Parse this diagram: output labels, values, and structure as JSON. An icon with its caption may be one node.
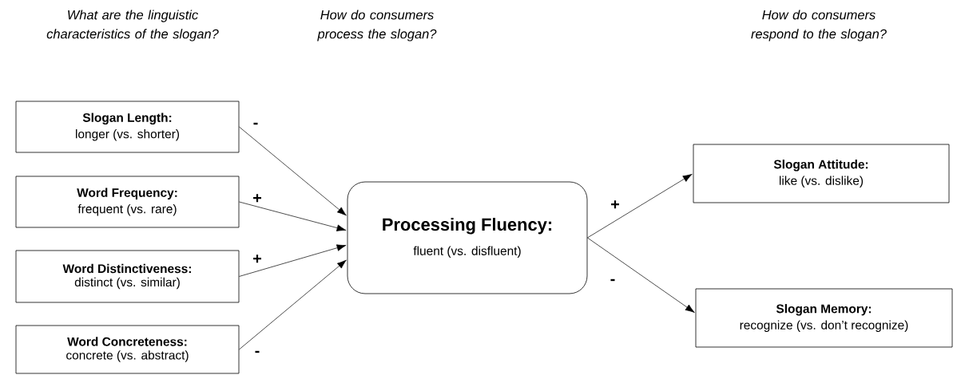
{
  "diagram": {
    "nodes": [
      {
        "text": [
          "Slogan Length:",
          "longer (vs. shorter)"
        ]
      },
      {
        "text": [
          "Word Frequency:",
          "frequent (vs. rare)"
        ]
      },
      {
        "text": [
          "Word Distinctiveness:",
          "distinct (vs. similar)"
        ]
      },
      {
        "text": [
          "Word Concreteness:",
          "concrete (vs. abstract)"
        ]
      },
      {
        "text": [
          "Processing Fluency:",
          "fluent (vs. disfluent)"
        ]
      },
      {
        "text": [
          "Slogan Attitude:",
          "like (vs. dislike)"
        ]
      },
      {
        "text": [
          "Slogan Memory:",
          "recognize (vs. don’t recognize)"
        ]
      }
    ],
    "edges": [
      {
        "from": 0,
        "to": 4,
        "arrow": "to",
        "label": "-"
      },
      {
        "from": 1,
        "to": 4,
        "arrow": "to",
        "label": "+"
      },
      {
        "from": 2,
        "to": 4,
        "arrow": "to",
        "label": "+"
      },
      {
        "from": 3,
        "to": 4,
        "arrow": "to",
        "label": "-"
      },
      {
        "from": 4,
        "to": 5,
        "arrow": "to",
        "label": "+"
      },
      {
        "from": 4,
        "to": 6,
        "arrow": "to",
        "label": "-"
      }
    ],
    "labels": [
      "What are the linguistic characteristics of the slogan?",
      "How do consumers process the slogan?",
      "How do consumers respond to the slogan?"
    ]
  }
}
